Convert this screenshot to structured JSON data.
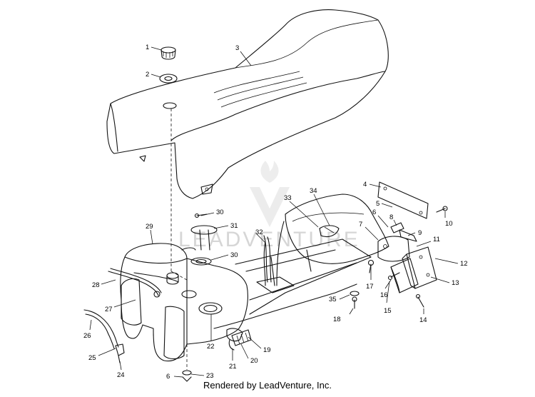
{
  "watermark": {
    "text": "LEADVENTURE"
  },
  "footer": {
    "text": "Rendered by LeadVenture, Inc."
  },
  "callouts": [
    "1",
    "2",
    "3",
    "4",
    "5",
    "6",
    "7",
    "8",
    "9",
    "10",
    "11",
    "12",
    "13",
    "14",
    "15",
    "16",
    "17",
    "18",
    "19",
    "20",
    "21",
    "22",
    "23",
    "24",
    "25",
    "26",
    "27",
    "28",
    "29",
    "30",
    "30",
    "31",
    "32",
    "33",
    "34",
    "35",
    "6"
  ],
  "colors": {
    "line": "#111111",
    "watermark": "#d6d6d6",
    "background": "#ffffff"
  }
}
